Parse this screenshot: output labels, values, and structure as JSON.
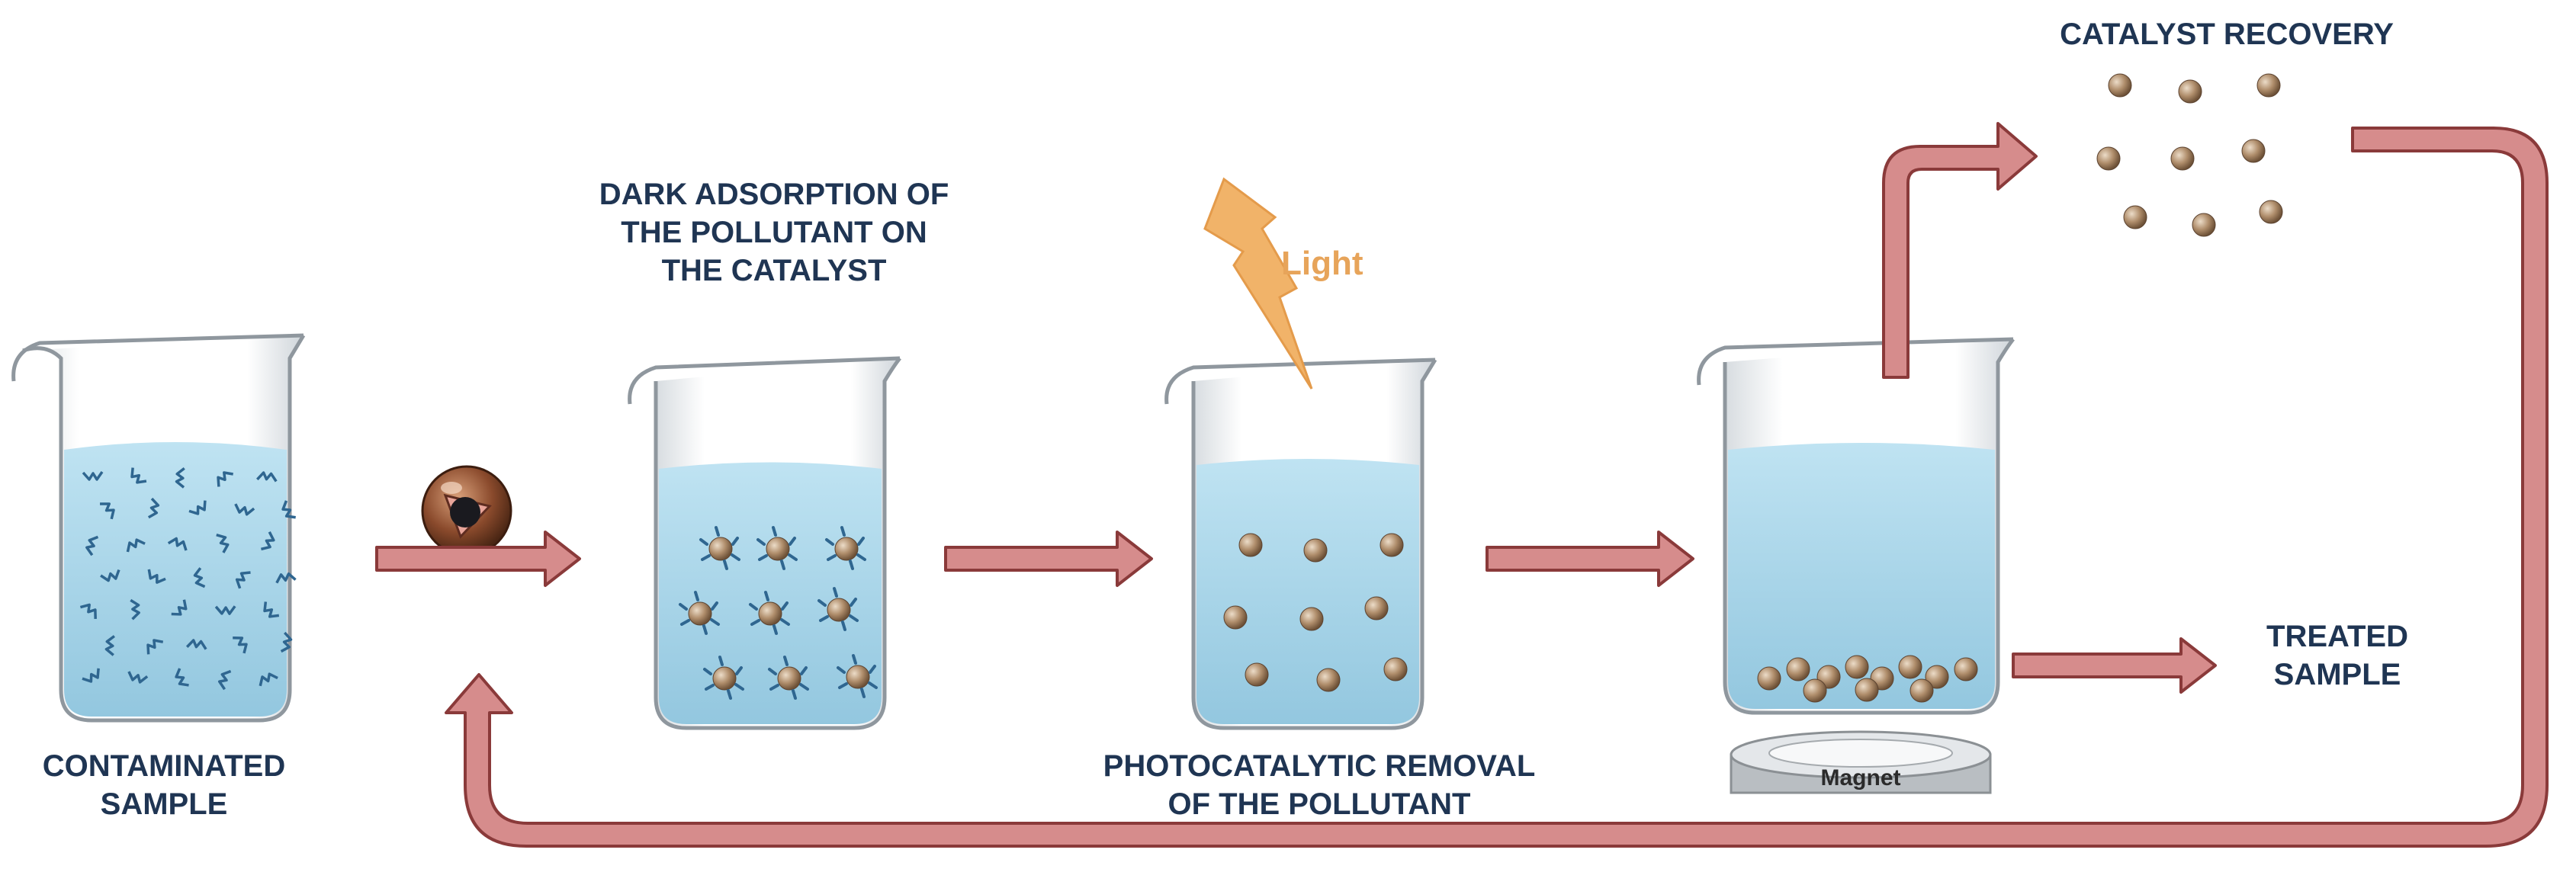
{
  "labels": {
    "contaminated_line1": "CONTAMINATED",
    "contaminated_line2": "SAMPLE",
    "dark_line1": "DARK ADSORPTION OF",
    "dark_line2": "THE POLLUTANT ON",
    "dark_line3": "THE CATALYST",
    "light": "Light",
    "photo_line1": "PHOTOCATALYTIC REMOVAL",
    "photo_line2": "OF THE POLLUTANT",
    "magnet": "Magnet",
    "treated_line1": "TREATED",
    "treated_line2": "SAMPLE",
    "recovery": "CATALYST RECOVERY"
  },
  "colors": {
    "text": "#1f3553",
    "arrow_fill": "#d68c8c",
    "arrow_stroke": "#8a3a3a",
    "water": "#a9d6ea",
    "particle": "#a88766",
    "light": "#f1b369"
  }
}
